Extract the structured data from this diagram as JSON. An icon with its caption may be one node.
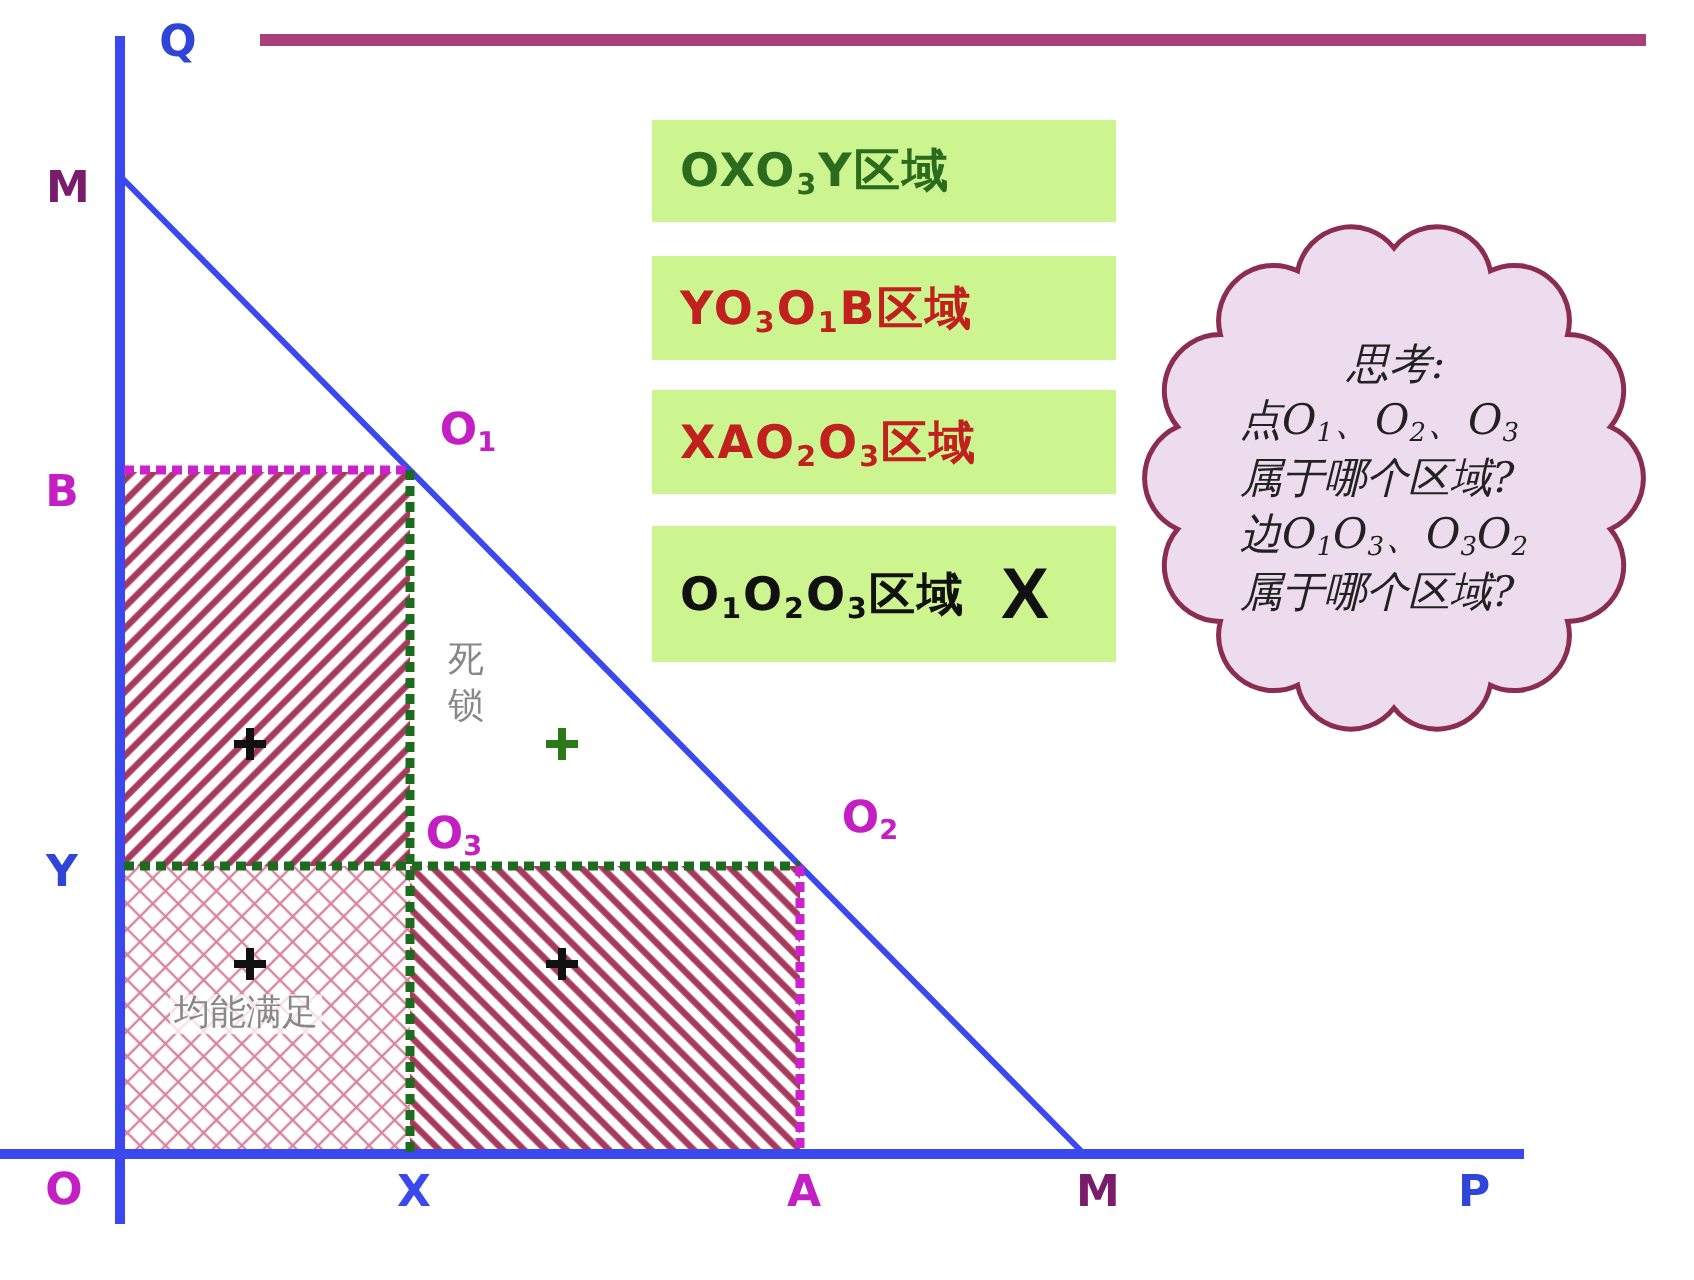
{
  "diagram": {
    "nodes": [
      {
        "text": [
          "OXO$_{3}$Y区域"
        ]
      },
      {
        "text": [
          "YO$_{3}$O$_{1}$B区域"
        ]
      },
      {
        "text": [
          "XAO$_{2}$O$_{3}$区域"
        ]
      },
      {
        "text": [
          "O$_{1}$O$_{2}$O$_{3}$区域",
          "X"
        ]
      },
      {
        "text": [
          "思考:",
          "点O$_{1}$、O$_{2}$、O$_{3}$属于哪个区域?",
          "边O$_{1}$O$_{3}$、O$_{3}$O$_{2}$属于哪个区域?"
        ]
      }
    ],
    "labels": [
      "Q",
      "M",
      "O$_{1}$",
      "B",
      "死锁",
      "O$_{2}$",
      "O$_{3}$",
      "Y",
      "均能满足",
      "O",
      "X",
      "A",
      "M",
      "P"
    ]
  }
}
